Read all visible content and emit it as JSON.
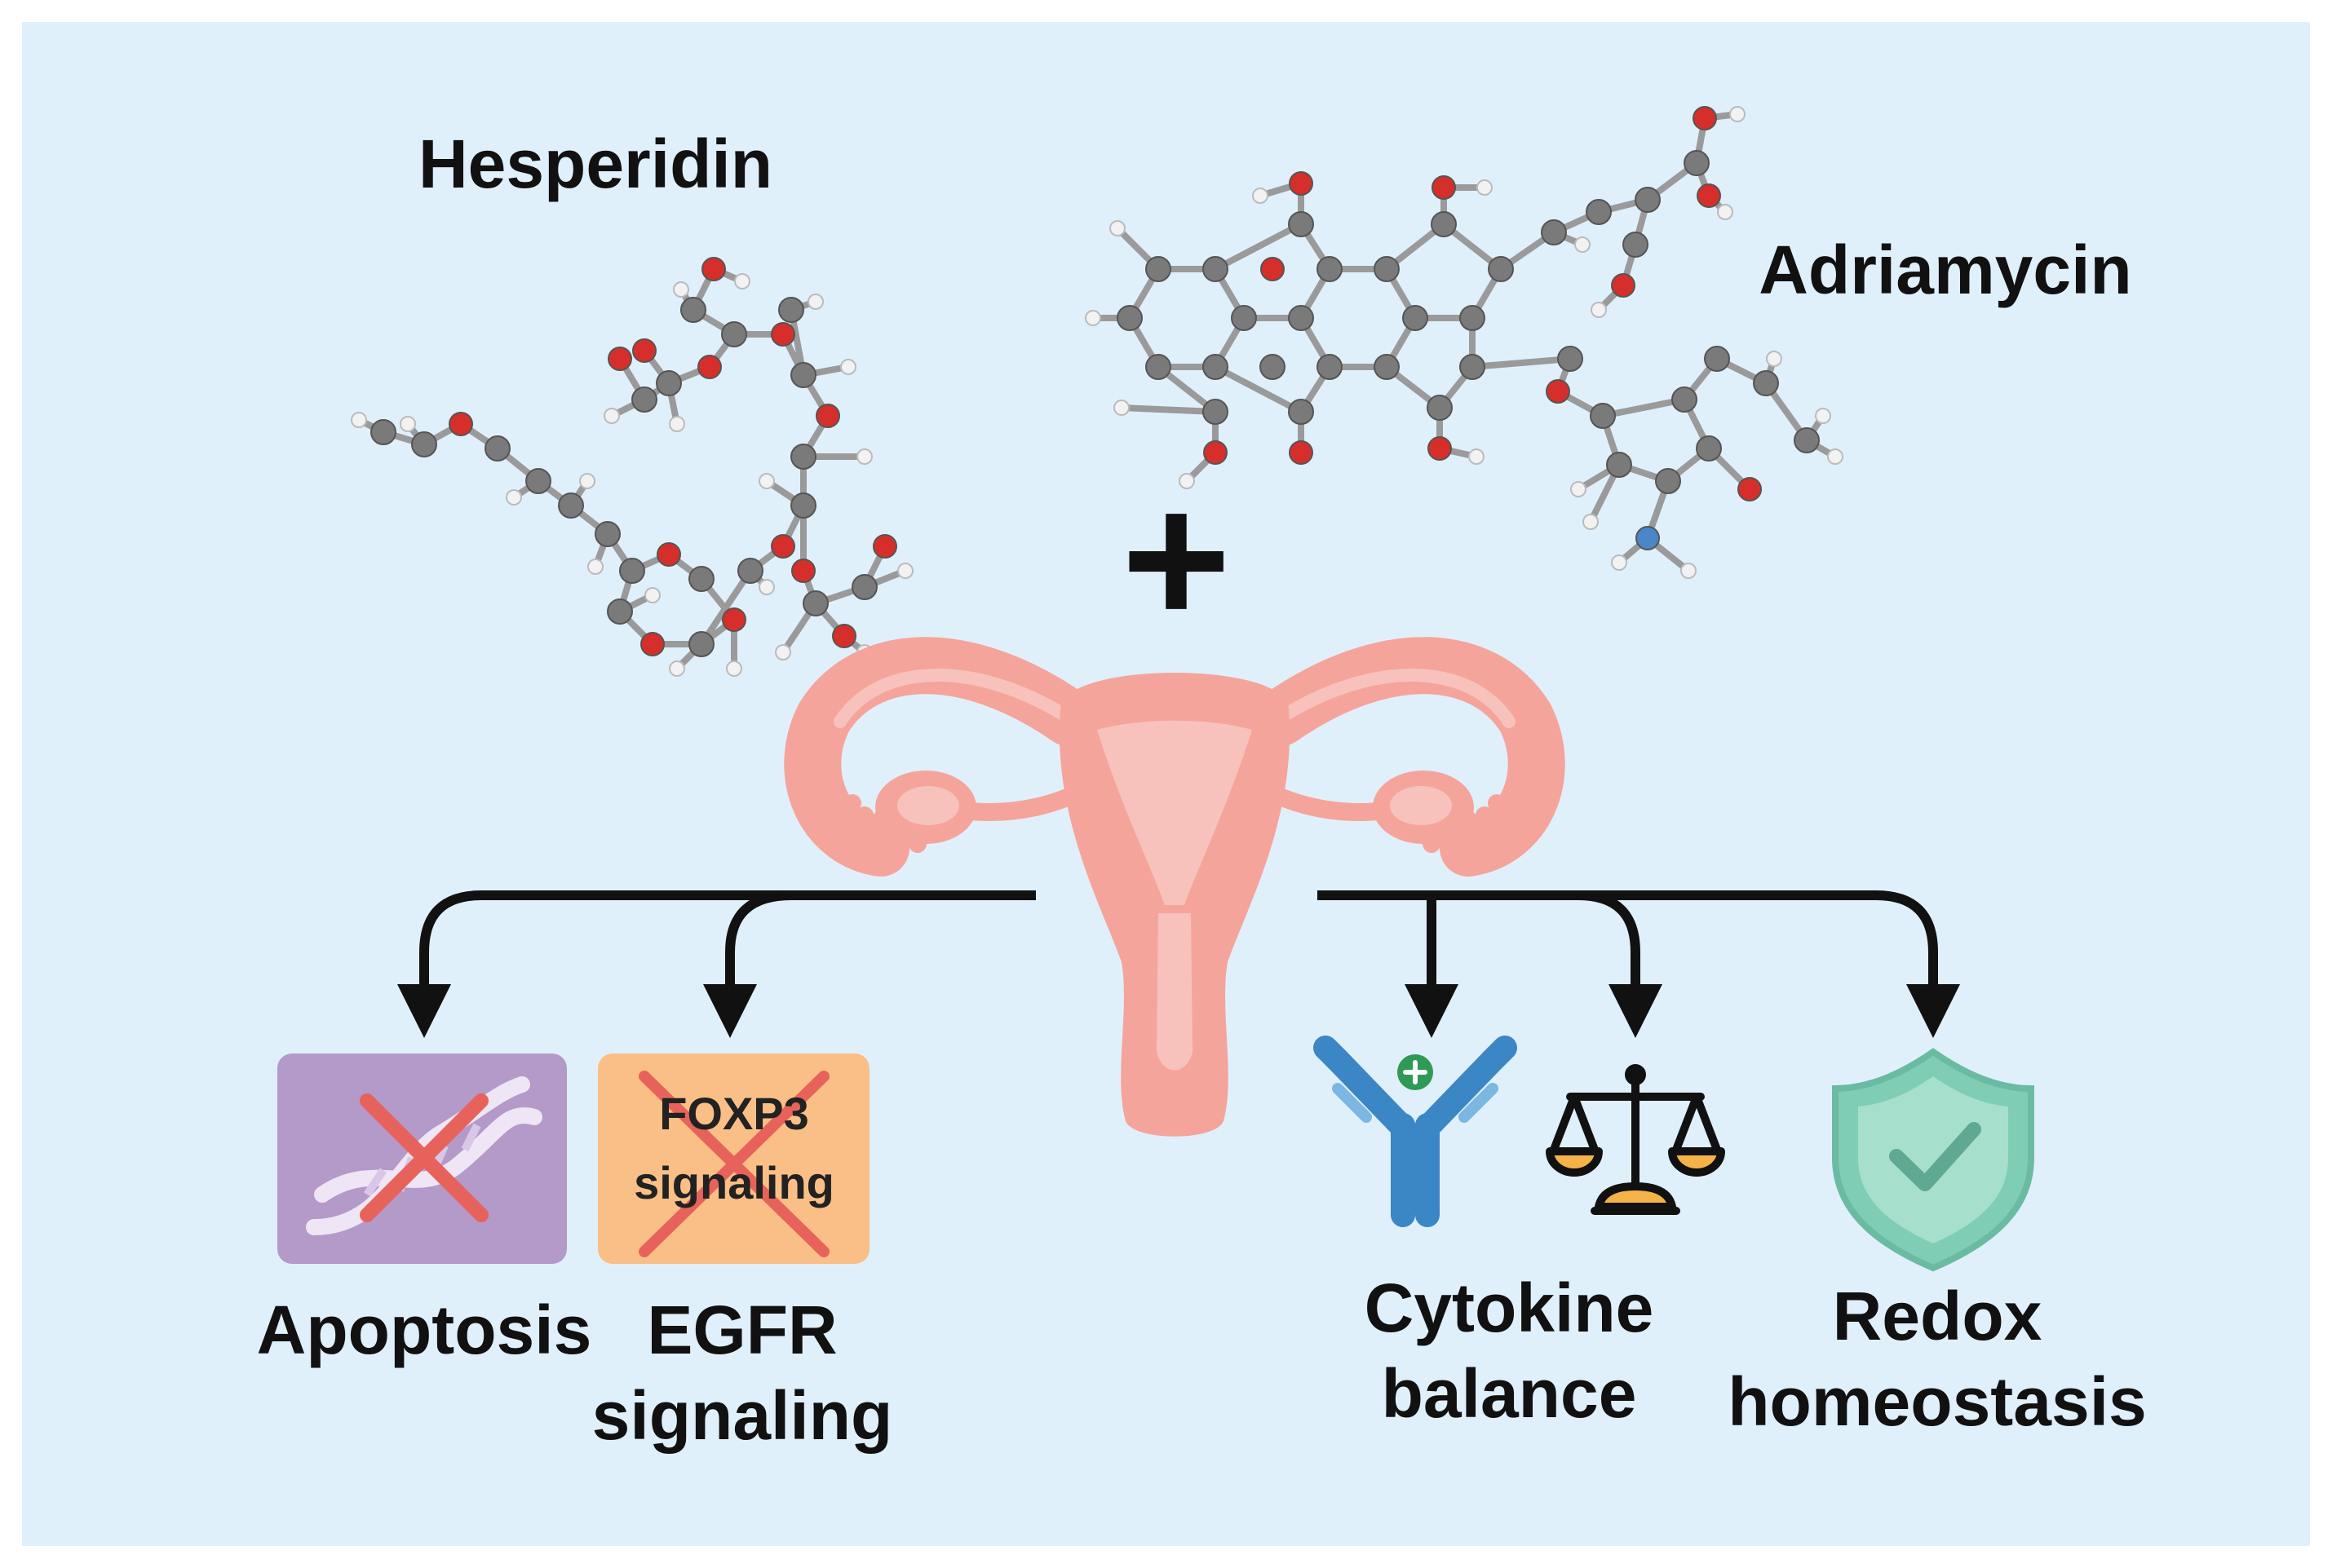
{
  "colors": {
    "background": "#e0f0fb",
    "carbon": "#7a7a7a",
    "oxygen": "#d62f2b",
    "nitrogen": "#4a86c8",
    "hydrogen": "#f2f2f2",
    "uterus": "#f5a49c",
    "uterus_inner": "#f7c2bb",
    "apoptosis_box": "#b39ac9",
    "foxp3_box": "#f9bf86",
    "cross": "#e8625c",
    "antibody": "#3b86c4",
    "shield": "#7fcdb5",
    "arrow": "#111111"
  },
  "molecules": {
    "hesperidin": {
      "label": "Hesperidin"
    },
    "adriamycin": {
      "label": "Adriamycin"
    },
    "combine_symbol": "+"
  },
  "icons": {
    "apoptosis": "dna-crossed-icon",
    "egfr": "crossed-box-icon",
    "cytokine": "antibody-icon",
    "balance": "balance-scale-icon",
    "redox": "shield-check-icon",
    "organ": "uterus-icon"
  },
  "boxes": {
    "foxp3": {
      "line1": "FOXP3",
      "line2": "signaling"
    }
  },
  "outcomes": {
    "apoptosis": {
      "line1": "Apoptosis"
    },
    "egfr": {
      "line1": "EGFR",
      "line2": "signaling"
    },
    "cytokine": {
      "line1": "Cytokine",
      "line2": "balance"
    },
    "redox": {
      "line1": "Redox",
      "line2": "homeostasis"
    }
  }
}
